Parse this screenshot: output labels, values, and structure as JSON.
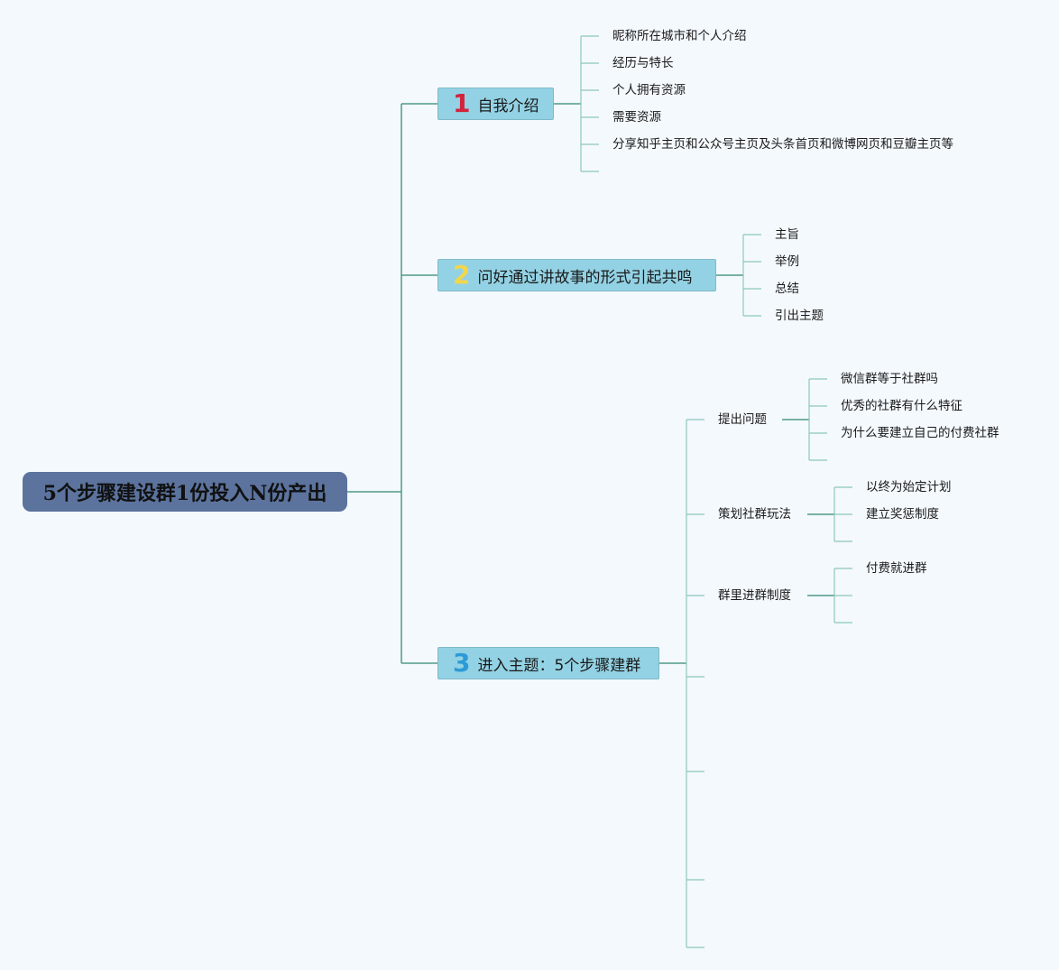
{
  "root": {
    "title": "5个步骤建设群1份投入N份产出"
  },
  "branches": [
    {
      "number": "1",
      "number_color": "#d3233c",
      "label": "自我介绍",
      "items": [
        "昵称所在城市和个人介绍",
        "经历与特长",
        "个人拥有资源",
        "需要资源",
        "分享知乎主页和公众号主页及头条首页和微博网页和豆瓣主页等"
      ]
    },
    {
      "number": "2",
      "number_color": "#f2d64b",
      "label": "问好通过讲故事的形式引起共鸣",
      "items": [
        "主旨",
        "举例",
        "总结",
        "引出主题"
      ]
    },
    {
      "number": "3",
      "number_color": "#2c9ad6",
      "label": "进入主题：5个步骤建群",
      "subs": [
        {
          "label": "提出问题",
          "items": [
            "微信群等于社群吗",
            "优秀的社群有什么特征",
            "为什么要建立自己的付费社群"
          ]
        },
        {
          "label": "策划社群玩法",
          "items": [
            "以终为始定计划",
            "建立奖惩制度"
          ]
        },
        {
          "label": "群里进群制度",
          "items": [
            "付费就进群"
          ]
        }
      ]
    }
  ],
  "colors": {
    "line": "#3f8f7f",
    "thin_line": "#7cc3b3",
    "root_fill": "#5b739d",
    "branch_fill": "#93d2e4"
  }
}
